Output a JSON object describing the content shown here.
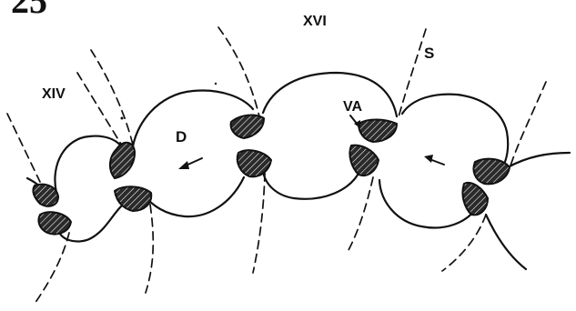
{
  "figure": {
    "number": "25",
    "labels": {
      "xiv": "XIV",
      "xvi": "XVI",
      "s": "S",
      "va": "VA",
      "d": "D"
    }
  }
}
